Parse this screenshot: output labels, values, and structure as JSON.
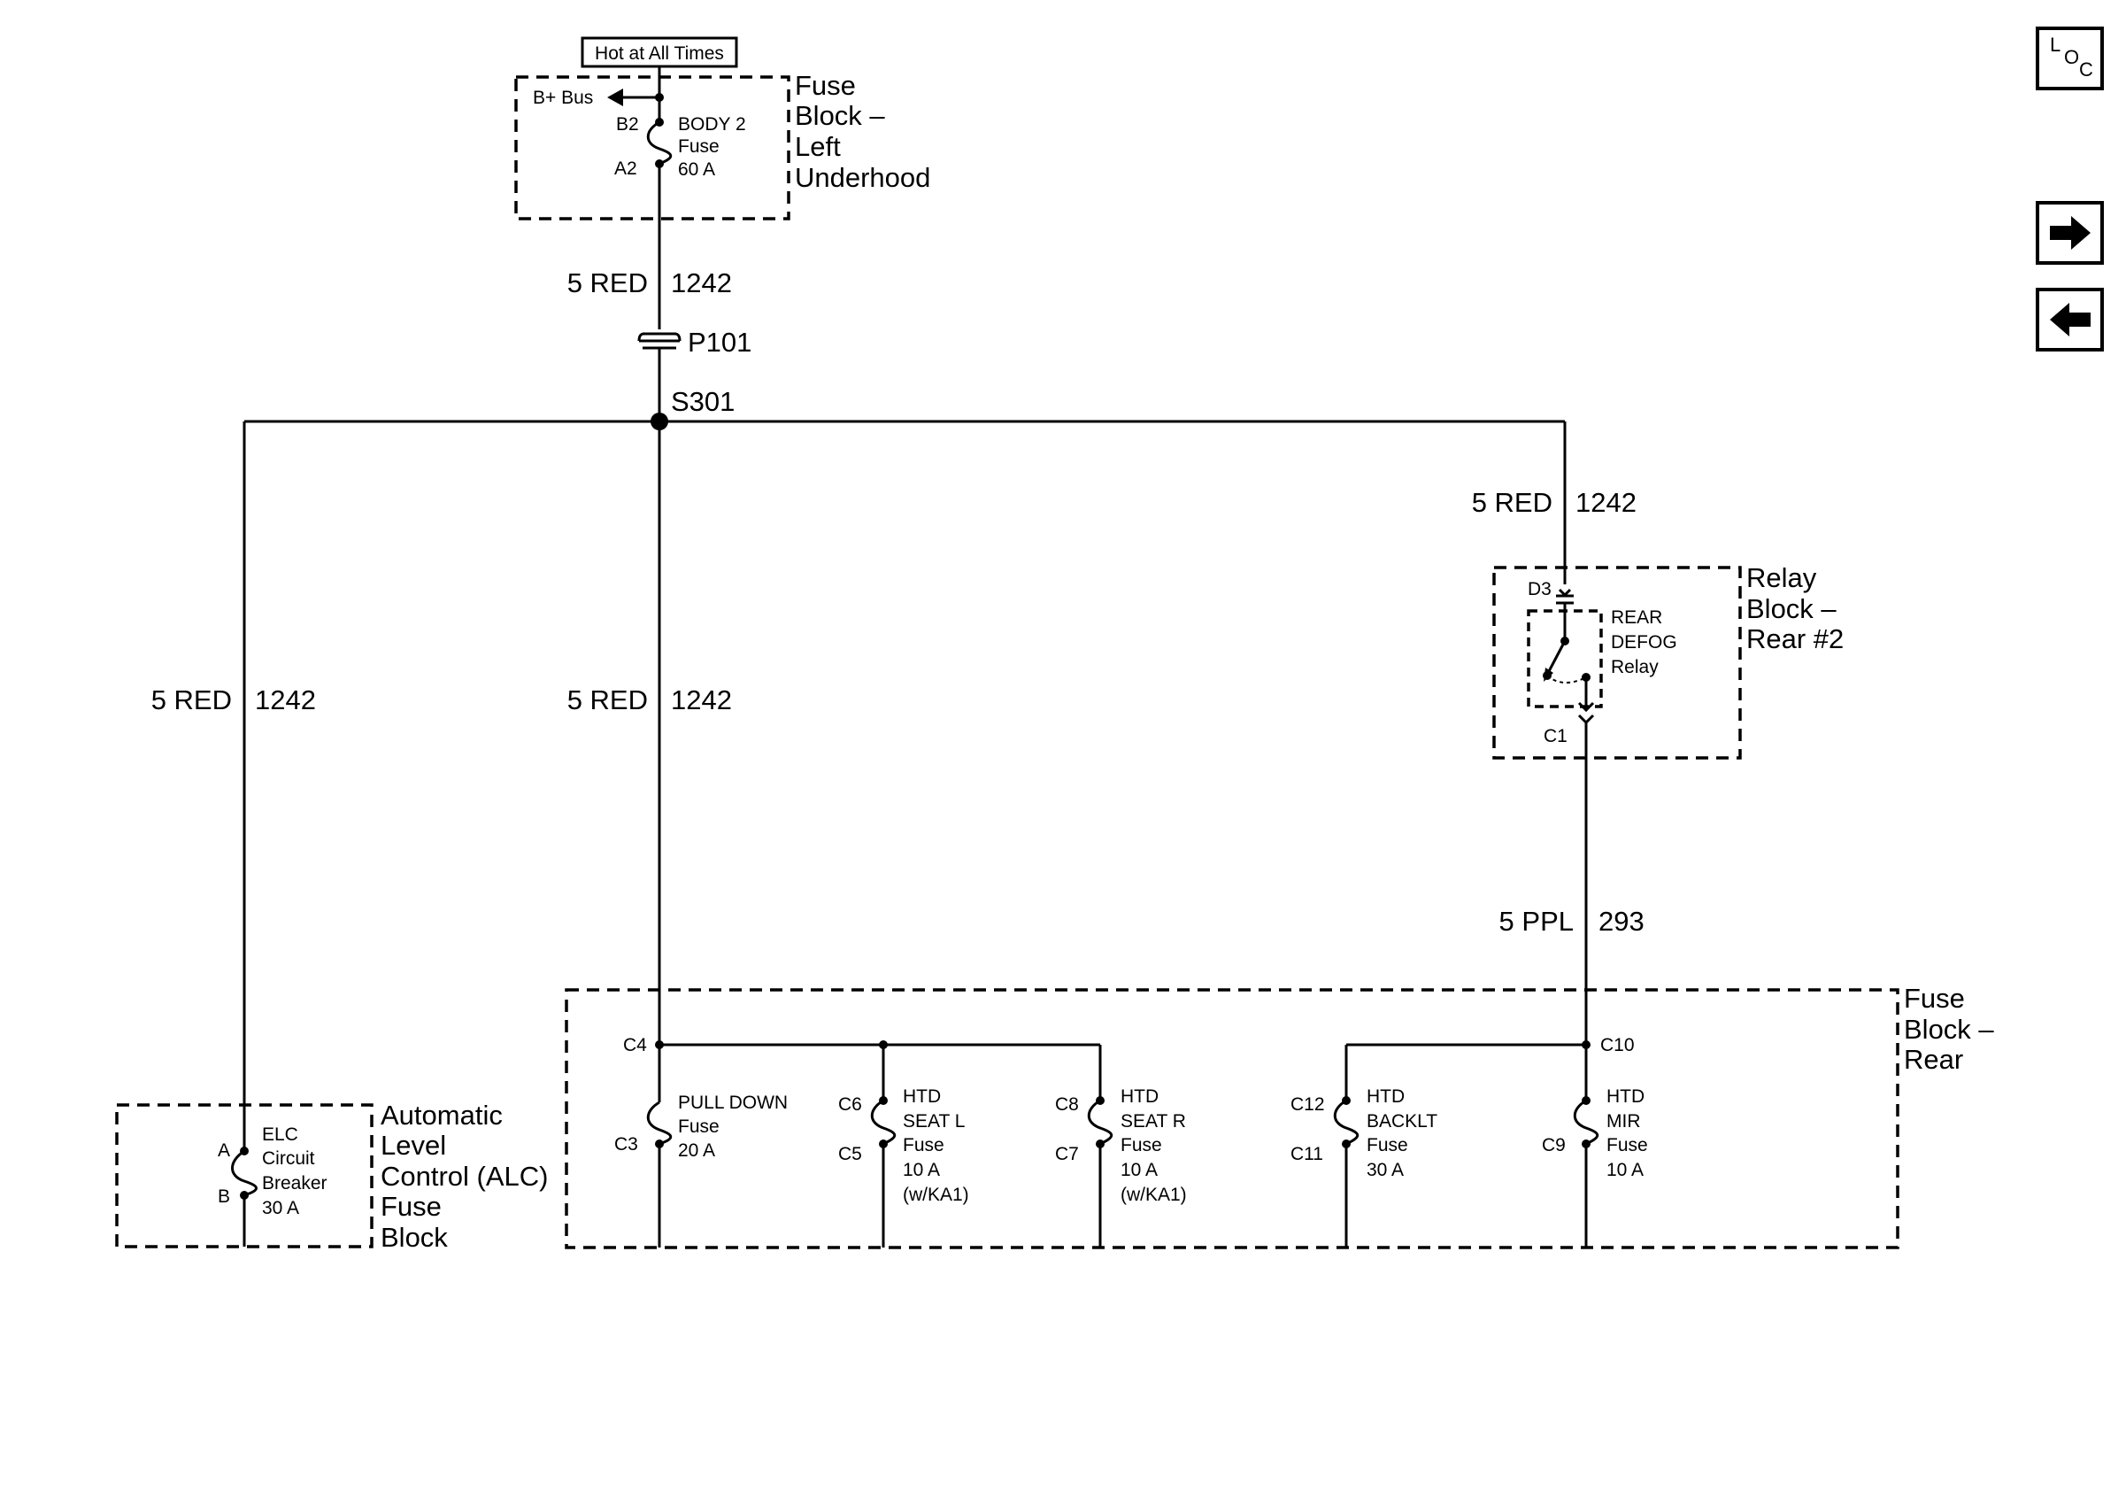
{
  "header": {
    "hot_label": "Hot at All Times"
  },
  "nav": {
    "loc_l": "L",
    "loc_o": "O",
    "loc_c": "C"
  },
  "fuse_block_underhood": {
    "name": [
      "Fuse",
      "Block –",
      "Left",
      "Underhood"
    ],
    "bplus": "B+ Bus",
    "pin_top": "B2",
    "pin_bottom": "A2",
    "fuse_lines": [
      "BODY 2",
      "Fuse",
      "60 A"
    ]
  },
  "wires": {
    "top": {
      "gauge": "5 RED",
      "circuit": "1242"
    },
    "left": {
      "gauge": "5 RED",
      "circuit": "1242"
    },
    "middle": {
      "gauge": "5 RED",
      "circuit": "1242"
    },
    "right": {
      "gauge": "5 RED",
      "circuit": "1242"
    },
    "relay_out": {
      "gauge": "5 PPL",
      "circuit": "293"
    }
  },
  "connector": "P101",
  "splice": "S301",
  "relay_block": {
    "name": [
      "Relay",
      "Block –",
      "Rear #2"
    ],
    "pin_in": "D3",
    "pin_out": "C1",
    "relay_lines": [
      "REAR",
      "DEFOG",
      "Relay"
    ]
  },
  "alc_block": {
    "name": [
      "Automatic",
      "Level",
      "Control (ALC)",
      "Fuse",
      "Block"
    ],
    "pin_a": "A",
    "pin_b": "B",
    "breaker_lines": [
      "ELC",
      "Circuit",
      "Breaker",
      "30 A"
    ]
  },
  "fuse_block_rear": {
    "name": [
      "Fuse",
      "Block –",
      "Rear"
    ],
    "bus_pin_left": "C4",
    "bus_pin_right": "C10",
    "fuses": [
      {
        "pin_top": "",
        "pin_bottom": "C3",
        "lines": [
          "PULL DOWN",
          "Fuse",
          "20 A"
        ]
      },
      {
        "pin_top": "C6",
        "pin_bottom": "C5",
        "lines": [
          "HTD",
          "SEAT L",
          "Fuse",
          "10 A",
          "(w/KA1)"
        ]
      },
      {
        "pin_top": "C8",
        "pin_bottom": "C7",
        "lines": [
          "HTD",
          "SEAT R",
          "Fuse",
          "10 A",
          "(w/KA1)"
        ]
      },
      {
        "pin_top": "C12",
        "pin_bottom": "C11",
        "lines": [
          "HTD",
          "BACKLT",
          "Fuse",
          "30 A"
        ]
      },
      {
        "pin_top": "",
        "pin_bottom": "C9",
        "lines": [
          "HTD",
          "MIR",
          "Fuse",
          "10 A"
        ]
      }
    ]
  }
}
